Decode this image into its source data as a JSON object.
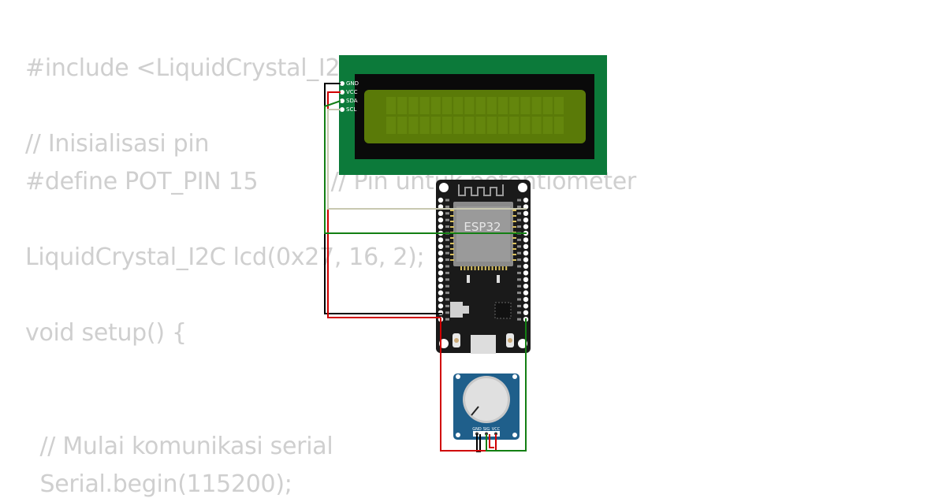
{
  "code": {
    "lines": [
      "#include <LiquidCrystal_I2C.h>",
      "",
      "// Inisialisasi pin",
      "#define POT_PIN 15          // Pin untuk potentiometer",
      "",
      "LiquidCrystal_I2C lcd(0x27, 16, 2);",
      "",
      "void setup() {",
      "",
      "",
      "  // Mulai komunikasi serial",
      "  Serial.begin(115200);"
    ]
  },
  "lcd": {
    "pin_labels": [
      "GND",
      "VCC",
      "SDA",
      "SCL"
    ],
    "colors": {
      "board": "#0c7a3a",
      "bezel": "#0a0a0a",
      "screen": "#5a7a08",
      "cell": "#6d8f12"
    }
  },
  "esp32": {
    "label": "ESP32",
    "colors": {
      "board": "#1a1a1a",
      "module": "#8a8a8a",
      "shield": "#9a9a9a"
    }
  },
  "potentiometer": {
    "pin_labels": [
      "GND",
      "SIG",
      "VCC"
    ],
    "colors": {
      "board": "#1f5f8b",
      "knob": "#e0e0e0"
    }
  },
  "wire_colors": {
    "gnd": "#000000",
    "vcc": "#d00000",
    "sda": "#137f13",
    "scl": "#c8c8b0"
  }
}
